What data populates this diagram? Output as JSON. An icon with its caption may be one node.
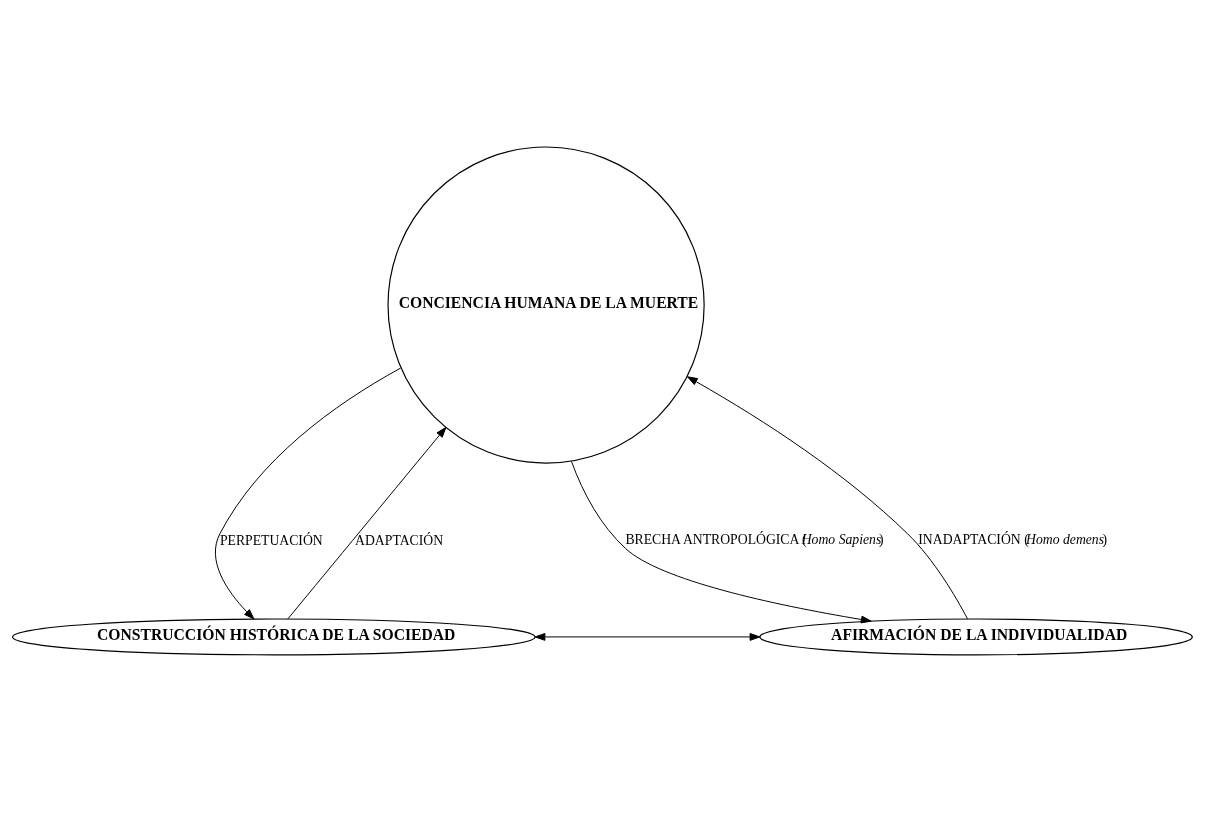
{
  "diagram": {
    "nodes": [
      {
        "text": [
          "CONCIENCIA HUMANA DE LA MUERTE"
        ]
      },
      {
        "text": [
          "CONSTRUCCIÓN HISTÓRICA DE LA SOCIEDAD"
        ]
      },
      {
        "text": [
          "AFIRMACIÓN DE LA INDIVIDUALIDAD"
        ]
      }
    ],
    "edges": [
      {
        "from": 1,
        "to": 0,
        "arrow": "to",
        "label": "ADAPTACIÓN"
      },
      {
        "from": 0,
        "to": 1,
        "arrow": "to",
        "label": "PERPETUACIÓN"
      },
      {
        "from": 0,
        "to": 2,
        "arrow": "to",
        "label": "BRECHA ANTROPOLÓGICA (*Homo Sapiens*)"
      },
      {
        "from": 2,
        "to": 0,
        "arrow": "to",
        "label": "INADAPTACIÓN (*Homo demens*)"
      },
      {
        "from": 1,
        "to": 2,
        "arrow": "both"
      }
    ]
  }
}
